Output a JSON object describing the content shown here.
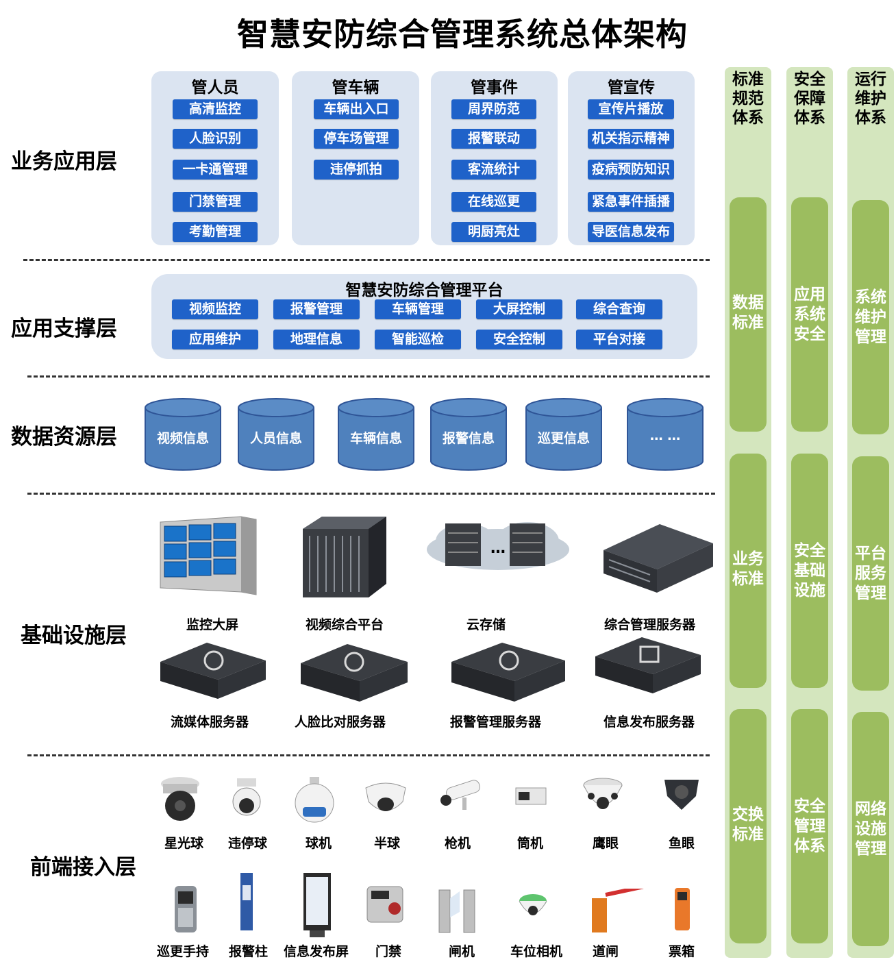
{
  "title": "智慧安防综合管理系统总体架构",
  "layers": {
    "business": "业务应用层",
    "support": "应用支撑层",
    "data": "数据资源层",
    "infra": "基础设施层",
    "frontend": "前端接入层"
  },
  "business_groups": [
    {
      "title": "管人员",
      "items": [
        "高清监控",
        "人脸识别",
        "一卡通管理",
        "门禁管理",
        "考勤管理"
      ]
    },
    {
      "title": "管车辆",
      "items": [
        "车辆出入口",
        "停车场管理",
        "违停抓拍"
      ]
    },
    {
      "title": "管事件",
      "items": [
        "周界防范",
        "报警联动",
        "客流统计",
        "在线巡更",
        "明厨亮灶"
      ]
    },
    {
      "title": "管宣传",
      "items": [
        "宣传片播放",
        "机关指示精神",
        "疫病预防知识",
        "紧急事件插播",
        "导医信息发布"
      ]
    }
  ],
  "platform": {
    "title": "智慧安防综合管理平台",
    "items": [
      "视频监控",
      "报警管理",
      "车辆管理",
      "大屏控制",
      "综合查询",
      "应用维护",
      "地理信息",
      "智能巡检",
      "安全控制",
      "平台对接"
    ]
  },
  "databases": [
    "视频信息",
    "人员信息",
    "车辆信息",
    "报警信息",
    "巡更信息",
    "… …"
  ],
  "infra_devices": [
    "监控大屏",
    "视频综合平台",
    "云存储",
    "综合管理服务器",
    "流媒体服务器",
    "人脸比对服务器",
    "报警管理服务器",
    "信息发布服务器"
  ],
  "frontend_devices": [
    "星光球",
    "违停球",
    "球机",
    "半球",
    "枪机",
    "筒机",
    "鹰眼",
    "鱼眼",
    "巡更手持",
    "报警柱",
    "信息发布屏",
    "门禁",
    "闸机",
    "车位相机",
    "道闸",
    "票箱"
  ],
  "cloud_ellipsis": "…",
  "columns": [
    {
      "head": [
        "标准",
        "规范",
        "体系"
      ],
      "segments": [
        [
          "数据",
          "标准"
        ],
        [
          "业务",
          "标准"
        ],
        [
          "交换",
          "标准"
        ]
      ]
    },
    {
      "head": [
        "安全",
        "保障",
        "体系"
      ],
      "segments": [
        [
          "应用",
          "系统",
          "安全"
        ],
        [
          "安全",
          "基础",
          "设施"
        ],
        [
          "安全",
          "管理",
          "体系"
        ]
      ]
    },
    {
      "head": [
        "运行",
        "维护",
        "体系"
      ],
      "segments": [
        [
          "系统",
          "维护",
          "管理"
        ],
        [
          "平台",
          "服务",
          "管理"
        ],
        [
          "网络",
          "设施",
          "管理"
        ]
      ]
    }
  ],
  "colors": {
    "chip": "#1f62c9",
    "panel": "#dbe4f1",
    "cylinder": "#4f81bd",
    "column_bg": "#d4e6be",
    "column_seg": "#9cbd5f"
  }
}
